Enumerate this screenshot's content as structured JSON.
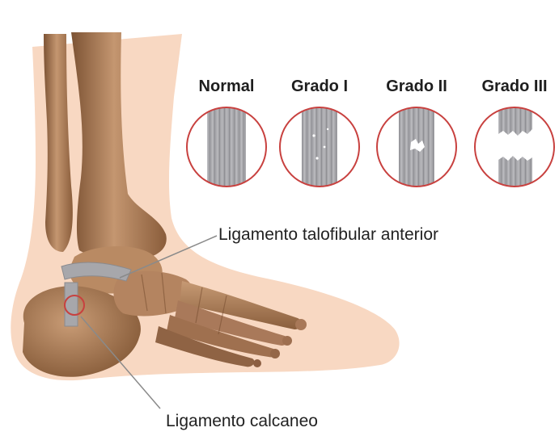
{
  "colors": {
    "skin": "#f8d8c2",
    "bone": "#a07048",
    "bone_light": "#c99a72",
    "ligament": "#a4a4a8",
    "circle_stroke": "#c8413f",
    "callout_line": "#8a8a8a",
    "text": "#222222"
  },
  "grades": [
    {
      "label": "Normal",
      "icon": "normal-ligament-icon"
    },
    {
      "label": "Grado I",
      "icon": "grade-1-ligament-icon"
    },
    {
      "label": "Grado II",
      "icon": "grade-2-ligament-icon"
    },
    {
      "label": "Grado III",
      "icon": "grade-3-ligament-icon"
    }
  ],
  "callouts": {
    "anterior": "Ligamento talofibular anterior",
    "calcaneo": "Ligamento calcaneo"
  }
}
